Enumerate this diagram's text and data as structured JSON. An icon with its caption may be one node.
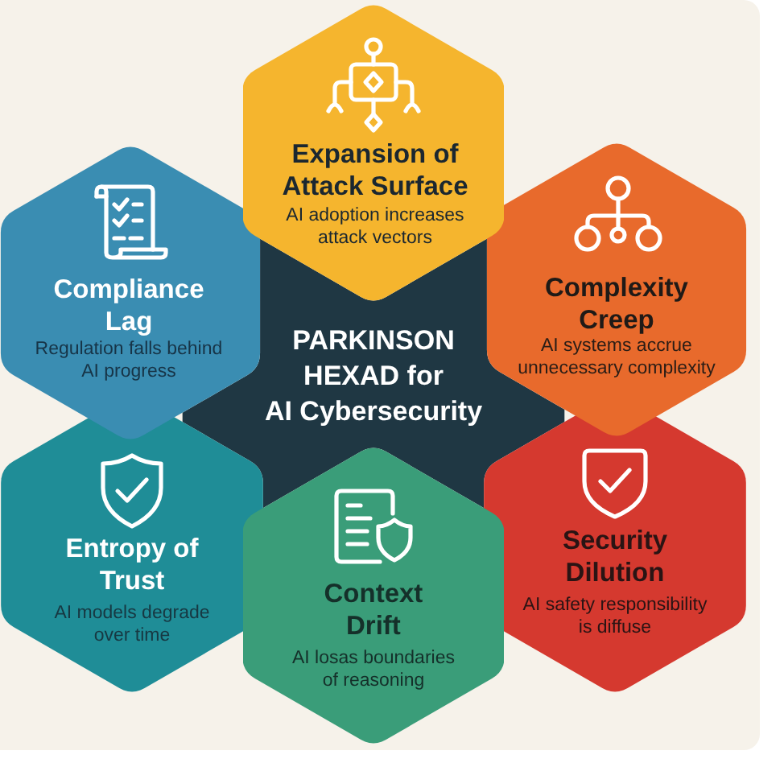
{
  "diagram": {
    "nodes": [
      {
        "text": [
          "Expansion of Attack Surface",
          "AI adoption increases attack vectors"
        ]
      },
      {
        "text": [
          "Compliance Lag",
          "Regulation falls behind AI progress"
        ]
      },
      {
        "text": [
          "PARKINSON HEXAD for AI Cybersecurity"
        ]
      },
      {
        "text": [
          "Complexity Creep",
          "AI systems accrue unnecessary complexity"
        ]
      },
      {
        "text": [
          "Entropy of Trust",
          "AI models degrade over time"
        ]
      },
      {
        "text": [
          "Context Drift",
          "AI losas boundaries of reasoning"
        ]
      },
      {
        "text": [
          "Security Dilution",
          "AI safety responsibility is diffuse"
        ]
      }
    ]
  }
}
